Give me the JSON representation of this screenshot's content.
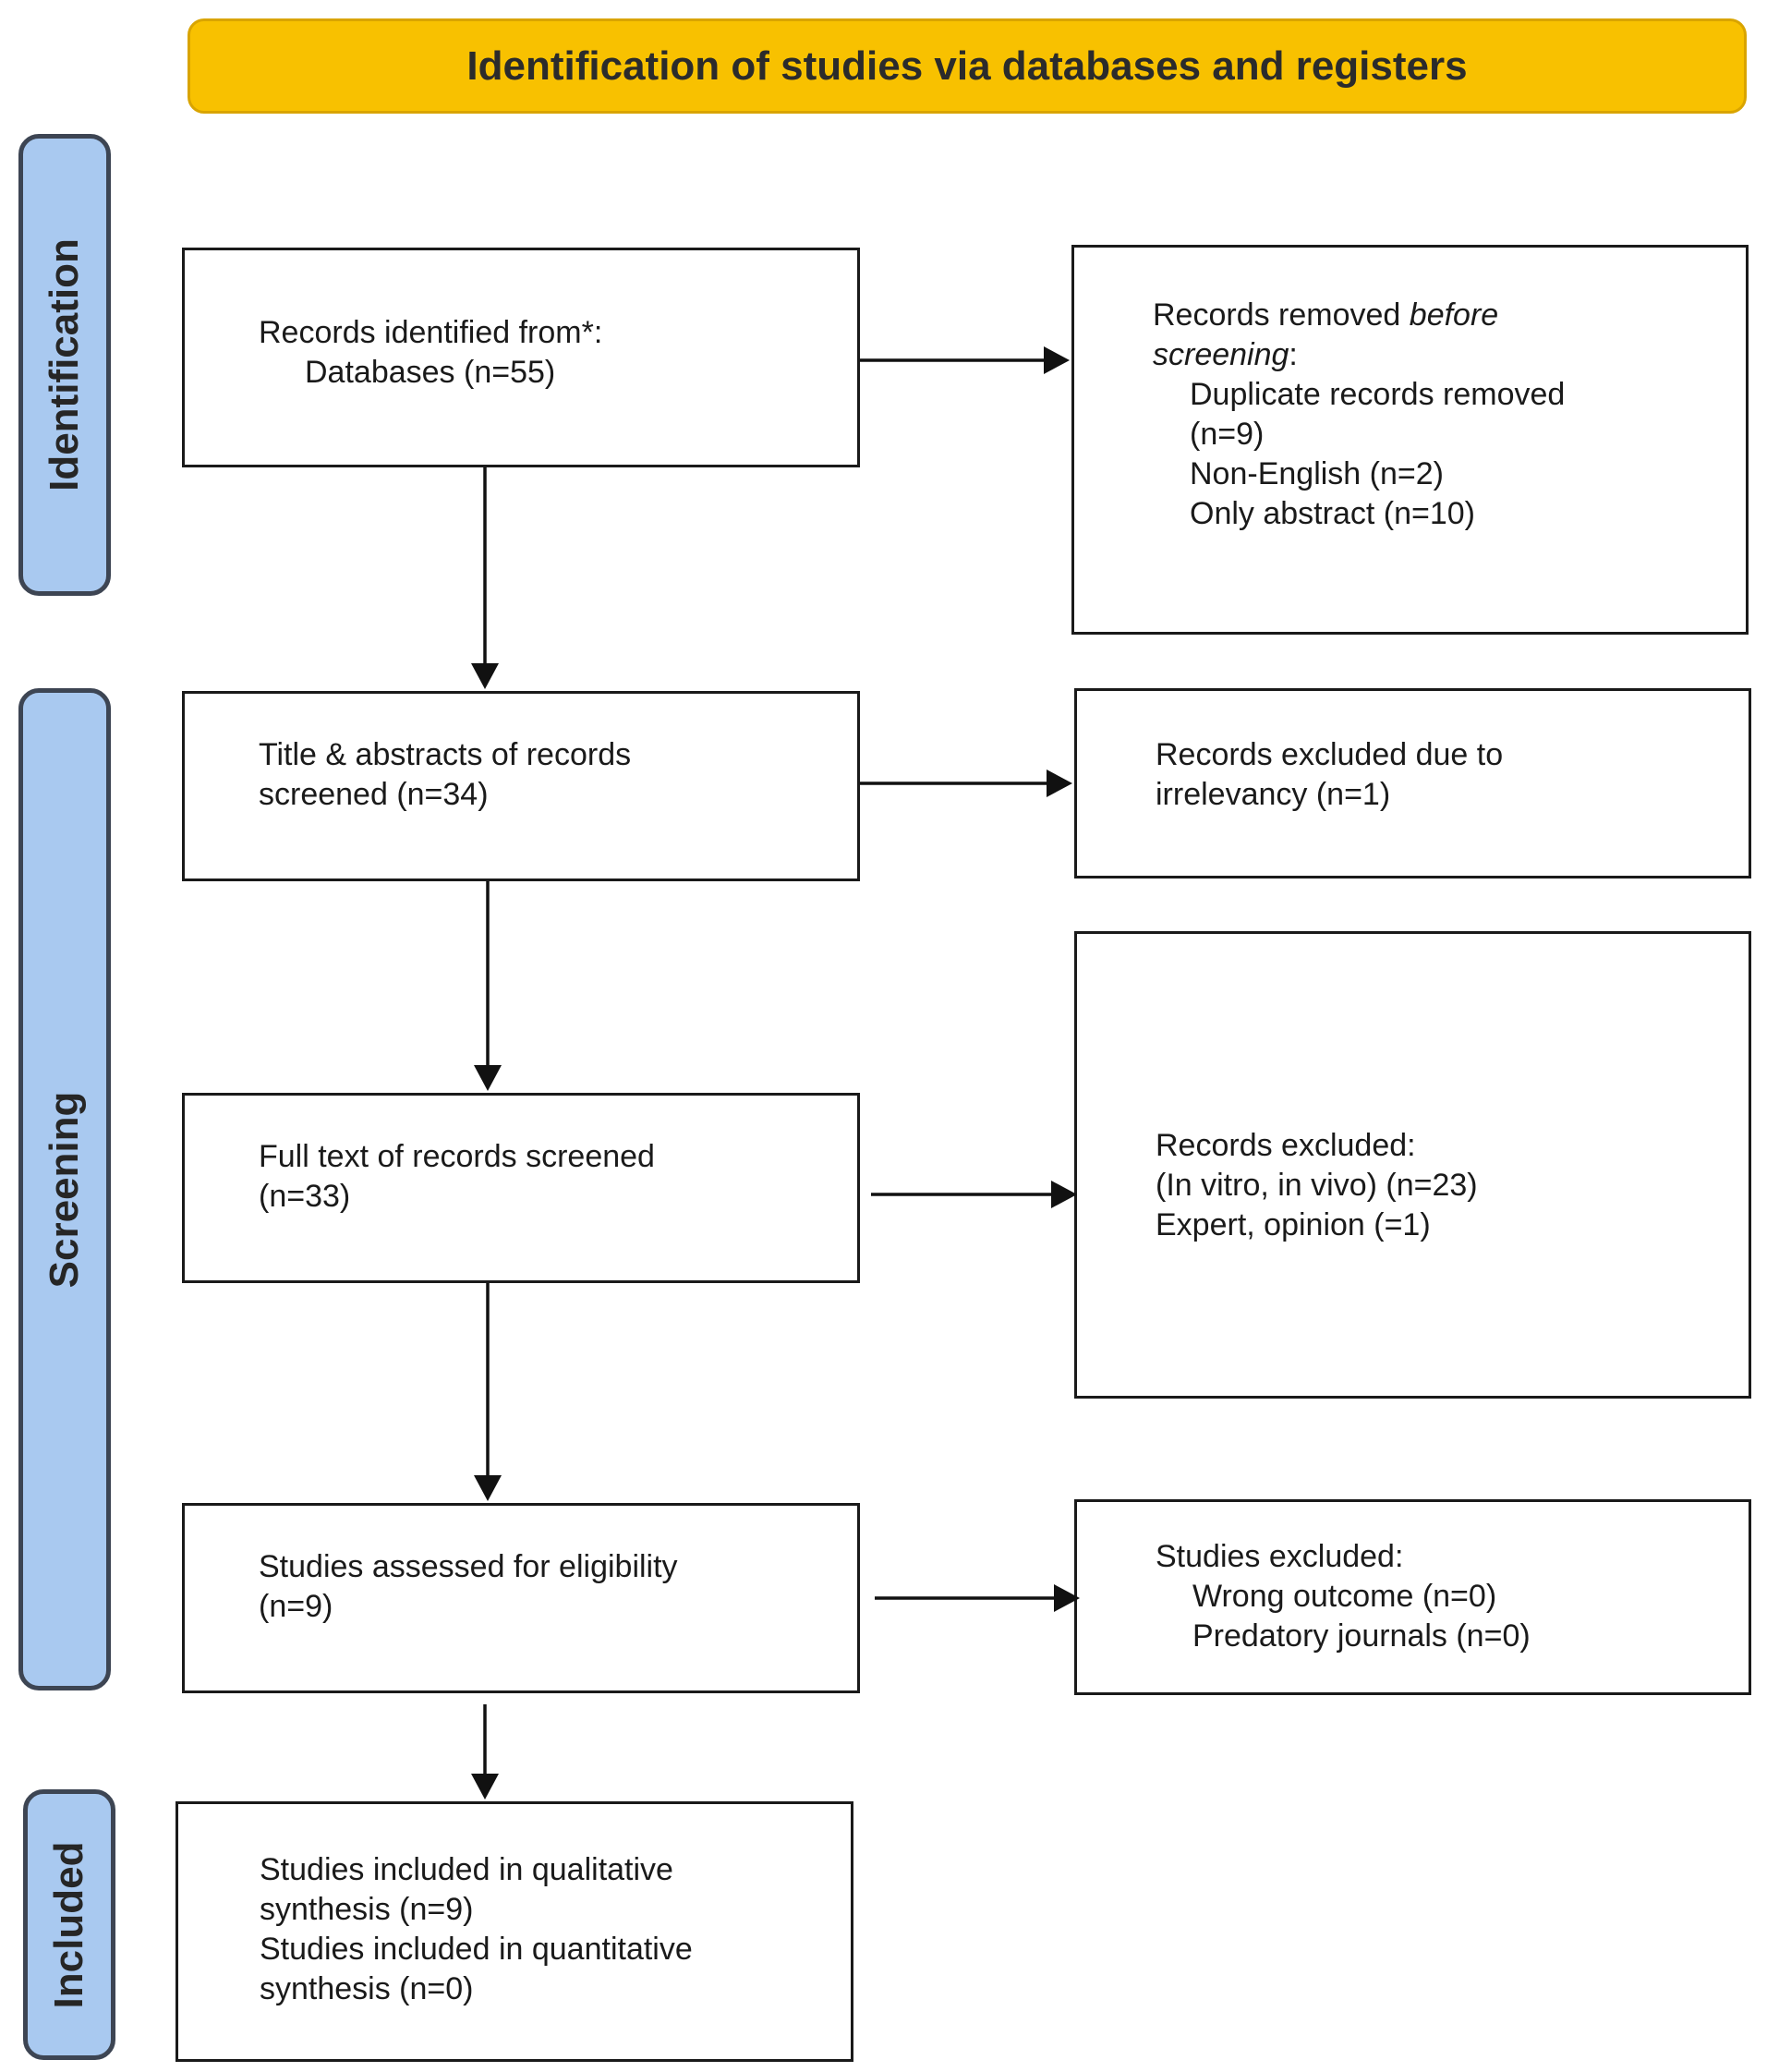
{
  "header": {
    "title": "Identification of studies via databases and registers"
  },
  "stages": {
    "identification": "Identification",
    "screening": "Screening",
    "included": "Included"
  },
  "boxes": {
    "records_identified": {
      "line1": "Records identified from*:",
      "line2": "Databases (n=55)"
    },
    "records_removed": {
      "line1_start": "Records removed ",
      "line1_italic": "before",
      "line2_italic": "screening",
      "line2_end": ":",
      "item1_a": "Duplicate records removed",
      "item1_b": "(n=9)",
      "item2": "Non-English (n=2)",
      "item3": "Only abstract (n=10)"
    },
    "title_abstracts": {
      "line1": "Title & abstracts of records",
      "line2": "screened (n=34)"
    },
    "excluded_irrelevancy": {
      "line1": "Records excluded due to",
      "line2": "irrelevancy (n=1)"
    },
    "full_text": {
      "line1": "Full text of records screened",
      "line2": "(n=33)"
    },
    "records_excluded": {
      "line1": "Records excluded:",
      "line2": "(In vitro, in vivo) (n=23)",
      "line3": "Expert, opinion (=1)"
    },
    "eligibility": {
      "line1": "Studies assessed for eligibility",
      "line2": "(n=9)"
    },
    "studies_excluded": {
      "line1": "Studies excluded:",
      "line2": "Wrong outcome (n=0)",
      "line3": "Predatory journals (n=0)"
    },
    "included": {
      "line1": "Studies included in qualitative",
      "line2": "synthesis (n=9)",
      "line3": "Studies included in quantitative",
      "line4": "synthesis (n=0)"
    }
  },
  "colors": {
    "header_fill": "#f8c100",
    "stage_fill": "#a9c9f0",
    "stage_border": "#3d4553",
    "box_border": "#1a1a1a"
  }
}
